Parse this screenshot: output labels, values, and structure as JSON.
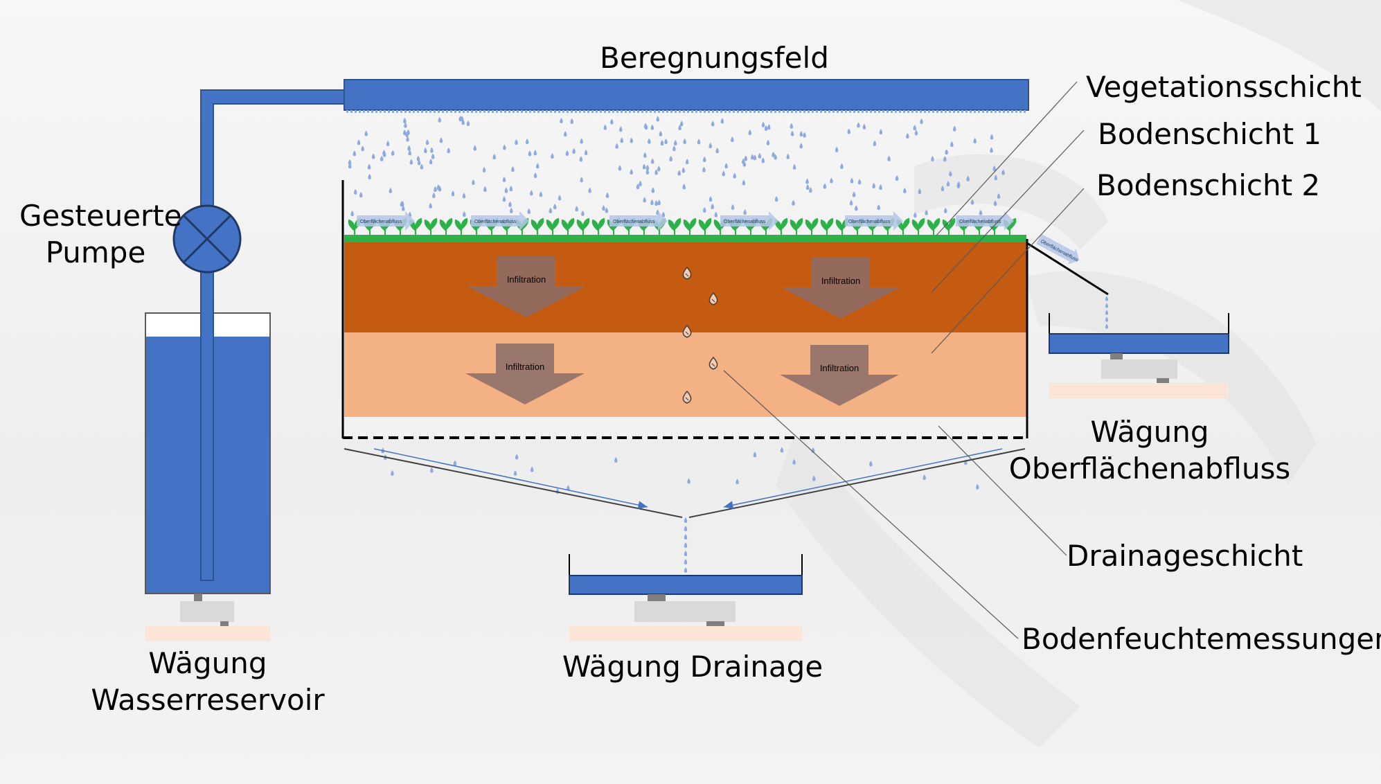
{
  "diagram": {
    "title": "Beregnungsfeld",
    "pump_label": [
      "Gesteuerte",
      "Pumpe"
    ],
    "reservoir_label": [
      "Wägung",
      "Wasserreservoir"
    ],
    "drainage_label": "Wägung Drainage",
    "runoff_label": [
      "Wägung",
      "Oberflächenabfluss"
    ],
    "layer_labels": {
      "vegetation": "Vegetationsschicht",
      "soil1": "Bodenschicht 1",
      "soil2": "Bodenschicht 2",
      "drainage": "Drainageschicht",
      "moisture": "Bodenfeuchtemessungen"
    },
    "infiltration_label": "Infiltration",
    "surface_runoff_label": "Oberflächenabfluss",
    "colors": {
      "water": "#4472c4",
      "drop": "#8faadc",
      "vegetation": "#2eb04a",
      "soil1": "#c55a11",
      "soil2": "#f4b183",
      "drainage_layer": "#f2f2f2",
      "arrow": "#8a6d6a",
      "scale": "#d9d9d9",
      "scale_base": "#fbe5d6"
    }
  }
}
